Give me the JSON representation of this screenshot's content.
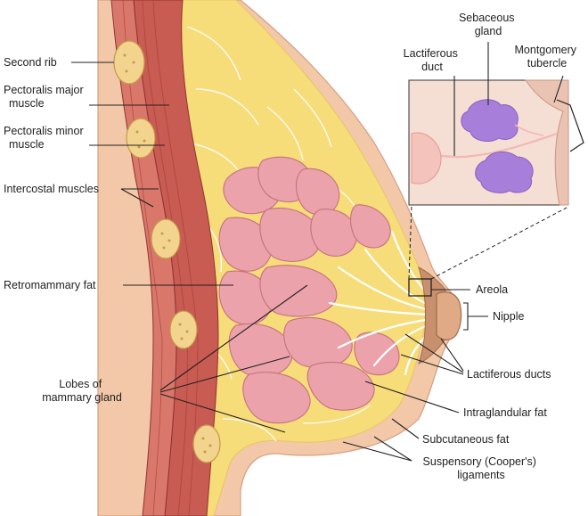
{
  "labels": {
    "second_rib": "Second rib",
    "pectoralis_major": [
      "Pectoralis major",
      "muscle"
    ],
    "pectoralis_minor": [
      "Pectoralis minor",
      "muscle"
    ],
    "intercostal": "Intercostal muscles",
    "retromammary": "Retromammary fat",
    "lobes": [
      "Lobes of",
      "mammary gland"
    ],
    "sebaceous": [
      "Sebaceous",
      "gland"
    ],
    "lactiferous_duct": [
      "Lactiferous",
      "duct"
    ],
    "montgomery": [
      "Montgomery",
      "tubercle"
    ],
    "areola": "Areola",
    "nipple": "Nipple",
    "lactiferous_ducts": "Lactiferous ducts",
    "intraglandular": "Intraglandular fat",
    "subcutaneous": "Subcutaneous fat",
    "suspensory": [
      "Suspensory (Cooper's)",
      "ligaments"
    ]
  },
  "colors": {
    "skin": "#f2c8a8",
    "fat": "#f7dc7a",
    "gland": "#eba2ab",
    "muscle": "#c85b52",
    "rib": "#f3d48e",
    "sebaceous": "#a77ed9",
    "inset_bg": "#f5ded3"
  }
}
